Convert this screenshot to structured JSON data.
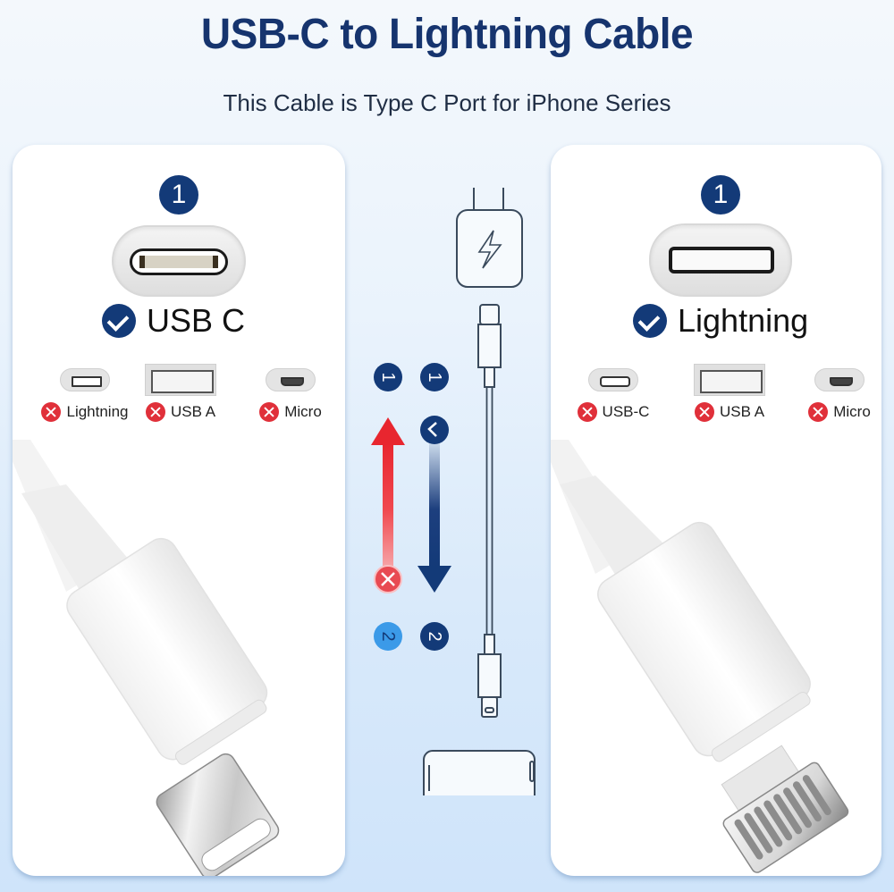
{
  "header": {
    "title": "USB-C to Lightning Cable",
    "subtitle": "This Cable is Type C Port for iPhone Series"
  },
  "left_panel": {
    "step_number": "1",
    "connector_icon": "usb-c-port-icon",
    "compatible_label": "USB C",
    "incompatible": [
      {
        "label": "Lightning",
        "icon": "lightning-port-icon"
      },
      {
        "label": "USB A",
        "icon": "usb-a-port-icon"
      },
      {
        "label": "Micro",
        "icon": "micro-usb-port-icon"
      }
    ],
    "photo": "usb-c-plug-photo"
  },
  "right_panel": {
    "step_number": "1",
    "connector_icon": "lightning-port-icon",
    "compatible_label": "Lightning",
    "incompatible": [
      {
        "label": "USB-C",
        "icon": "usb-c-port-icon"
      },
      {
        "label": "USB A",
        "icon": "usb-a-port-icon"
      },
      {
        "label": "Micro",
        "icon": "micro-usb-port-icon"
      }
    ],
    "photo": "lightning-plug-photo"
  },
  "diagram": {
    "charger_icon": "wall-charger-lightning-icon",
    "device_icon": "phone-icon",
    "steps": {
      "top_left": "1",
      "top_right": "1",
      "bottom_left": "2",
      "bottom_right": "2"
    },
    "wrong_direction_color": "#e8262f",
    "right_direction_color": "#133a78"
  },
  "colors": {
    "title": "#16346e",
    "badge": "#133a78",
    "error": "#e0303a",
    "background": "#d8e9fa"
  }
}
